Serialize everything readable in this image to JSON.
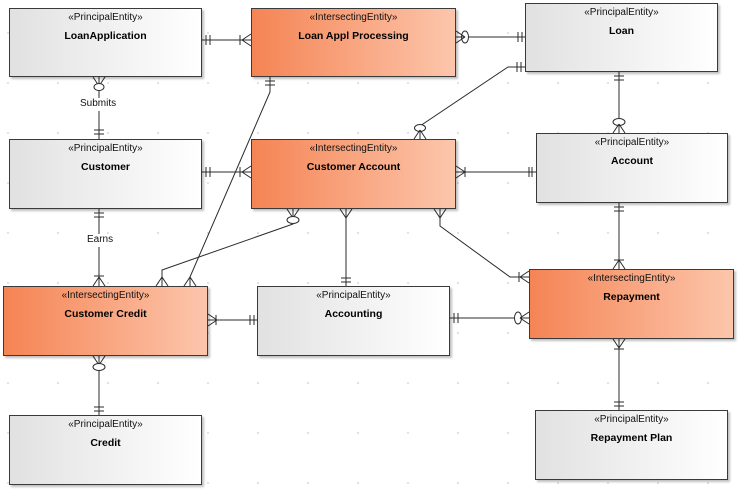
{
  "entities": [
    {
      "key": "loanapp",
      "kind": "principal",
      "stereotype": "«PrincipalEntity»",
      "name": "LoanApplication"
    },
    {
      "key": "lap",
      "kind": "intersecting",
      "stereotype": "«IntersectingEntity»",
      "name": "Loan Appl Processing"
    },
    {
      "key": "loan",
      "kind": "principal",
      "stereotype": "«PrincipalEntity»",
      "name": "Loan"
    },
    {
      "key": "customer",
      "kind": "principal",
      "stereotype": "«PrincipalEntity»",
      "name": "Customer"
    },
    {
      "key": "custacct",
      "kind": "intersecting",
      "stereotype": "«IntersectingEntity»",
      "name": "Customer Account"
    },
    {
      "key": "account",
      "kind": "principal",
      "stereotype": "«PrincipalEntity»",
      "name": "Account"
    },
    {
      "key": "custcredit",
      "kind": "intersecting",
      "stereotype": "«IntersectingEntity»",
      "name": "Customer Credit"
    },
    {
      "key": "accounting",
      "kind": "principal",
      "stereotype": "«PrincipalEntity»",
      "name": "Accounting"
    },
    {
      "key": "repayment",
      "kind": "intersecting",
      "stereotype": "«IntersectingEntity»",
      "name": "Repayment"
    },
    {
      "key": "credit",
      "kind": "principal",
      "stereotype": "«PrincipalEntity»",
      "name": "Credit"
    },
    {
      "key": "repayplan",
      "kind": "principal",
      "stereotype": "«PrincipalEntity»",
      "name": "Repayment Plan"
    }
  ],
  "edge_labels": {
    "submits": "Submits",
    "earns": "Earns"
  },
  "colors": {
    "line": "#2b2b2b",
    "intersecting_start": "#f58454",
    "intersecting_end": "#fcc6ac",
    "principal_start": "#e1e1e1",
    "principal_end": "#ffffff"
  }
}
